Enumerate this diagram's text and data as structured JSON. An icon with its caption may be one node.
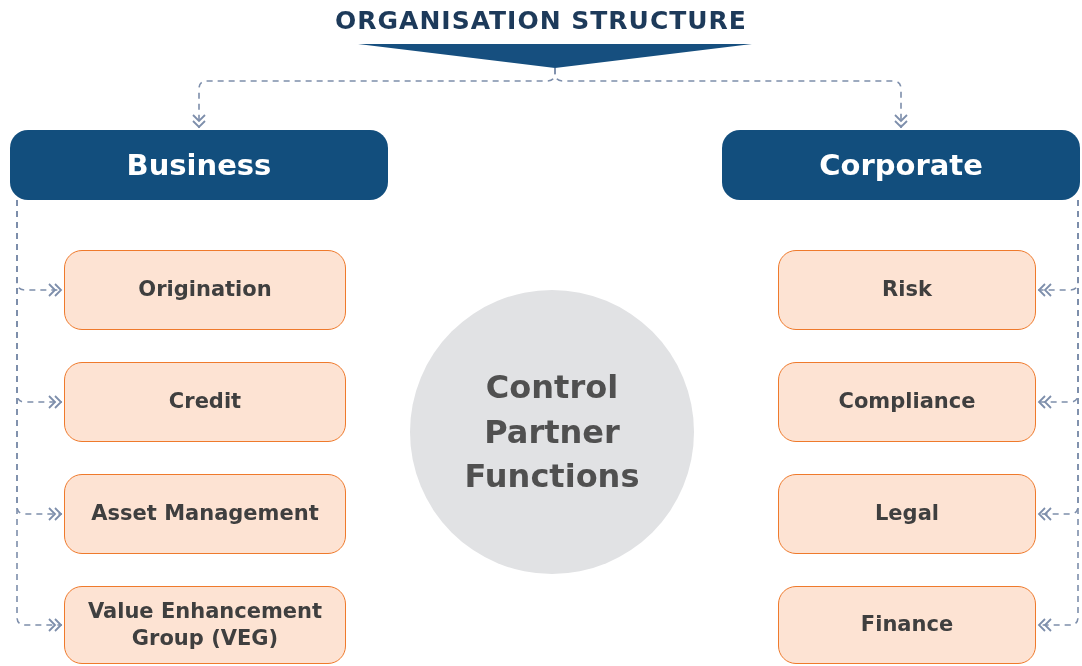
{
  "diagram": {
    "title": "ORGANISATION STRUCTURE",
    "nodes": [
      {
        "text": [],
        "shape": "triangle"
      },
      {
        "text": [
          "Business"
        ]
      },
      {
        "text": [
          "Corporate"
        ]
      },
      {
        "text": [
          "Origination"
        ]
      },
      {
        "text": [
          "Credit"
        ]
      },
      {
        "text": [
          "Asset Management"
        ]
      },
      {
        "text": [
          "Value Enhancement Group (VEG)"
        ]
      },
      {
        "text": [
          "Control Partner Functions"
        ]
      },
      {
        "text": [
          "Risk"
        ]
      },
      {
        "text": [
          "Compliance"
        ]
      },
      {
        "text": [
          "Legal"
        ]
      },
      {
        "text": [
          "Finance"
        ]
      }
    ],
    "edges": [
      {
        "from": 0,
        "to": 1,
        "arrow": "to",
        "style": "dashed"
      },
      {
        "from": 0,
        "to": 2,
        "arrow": "to",
        "style": "dashed"
      },
      {
        "from": 1,
        "to": 3,
        "arrow": "to",
        "style": "dashed"
      },
      {
        "from": 1,
        "to": 4,
        "arrow": "to",
        "style": "dashed"
      },
      {
        "from": 1,
        "to": 5,
        "arrow": "to",
        "style": "dashed"
      },
      {
        "from": 1,
        "to": 6,
        "arrow": "to",
        "style": "dashed"
      },
      {
        "from": 2,
        "to": 8,
        "arrow": "to",
        "style": "dashed"
      },
      {
        "from": 2,
        "to": 9,
        "arrow": "to",
        "style": "dashed"
      },
      {
        "from": 2,
        "to": 10,
        "arrow": "to",
        "style": "dashed"
      },
      {
        "from": 2,
        "to": 11,
        "arrow": "to",
        "style": "dashed"
      }
    ]
  }
}
